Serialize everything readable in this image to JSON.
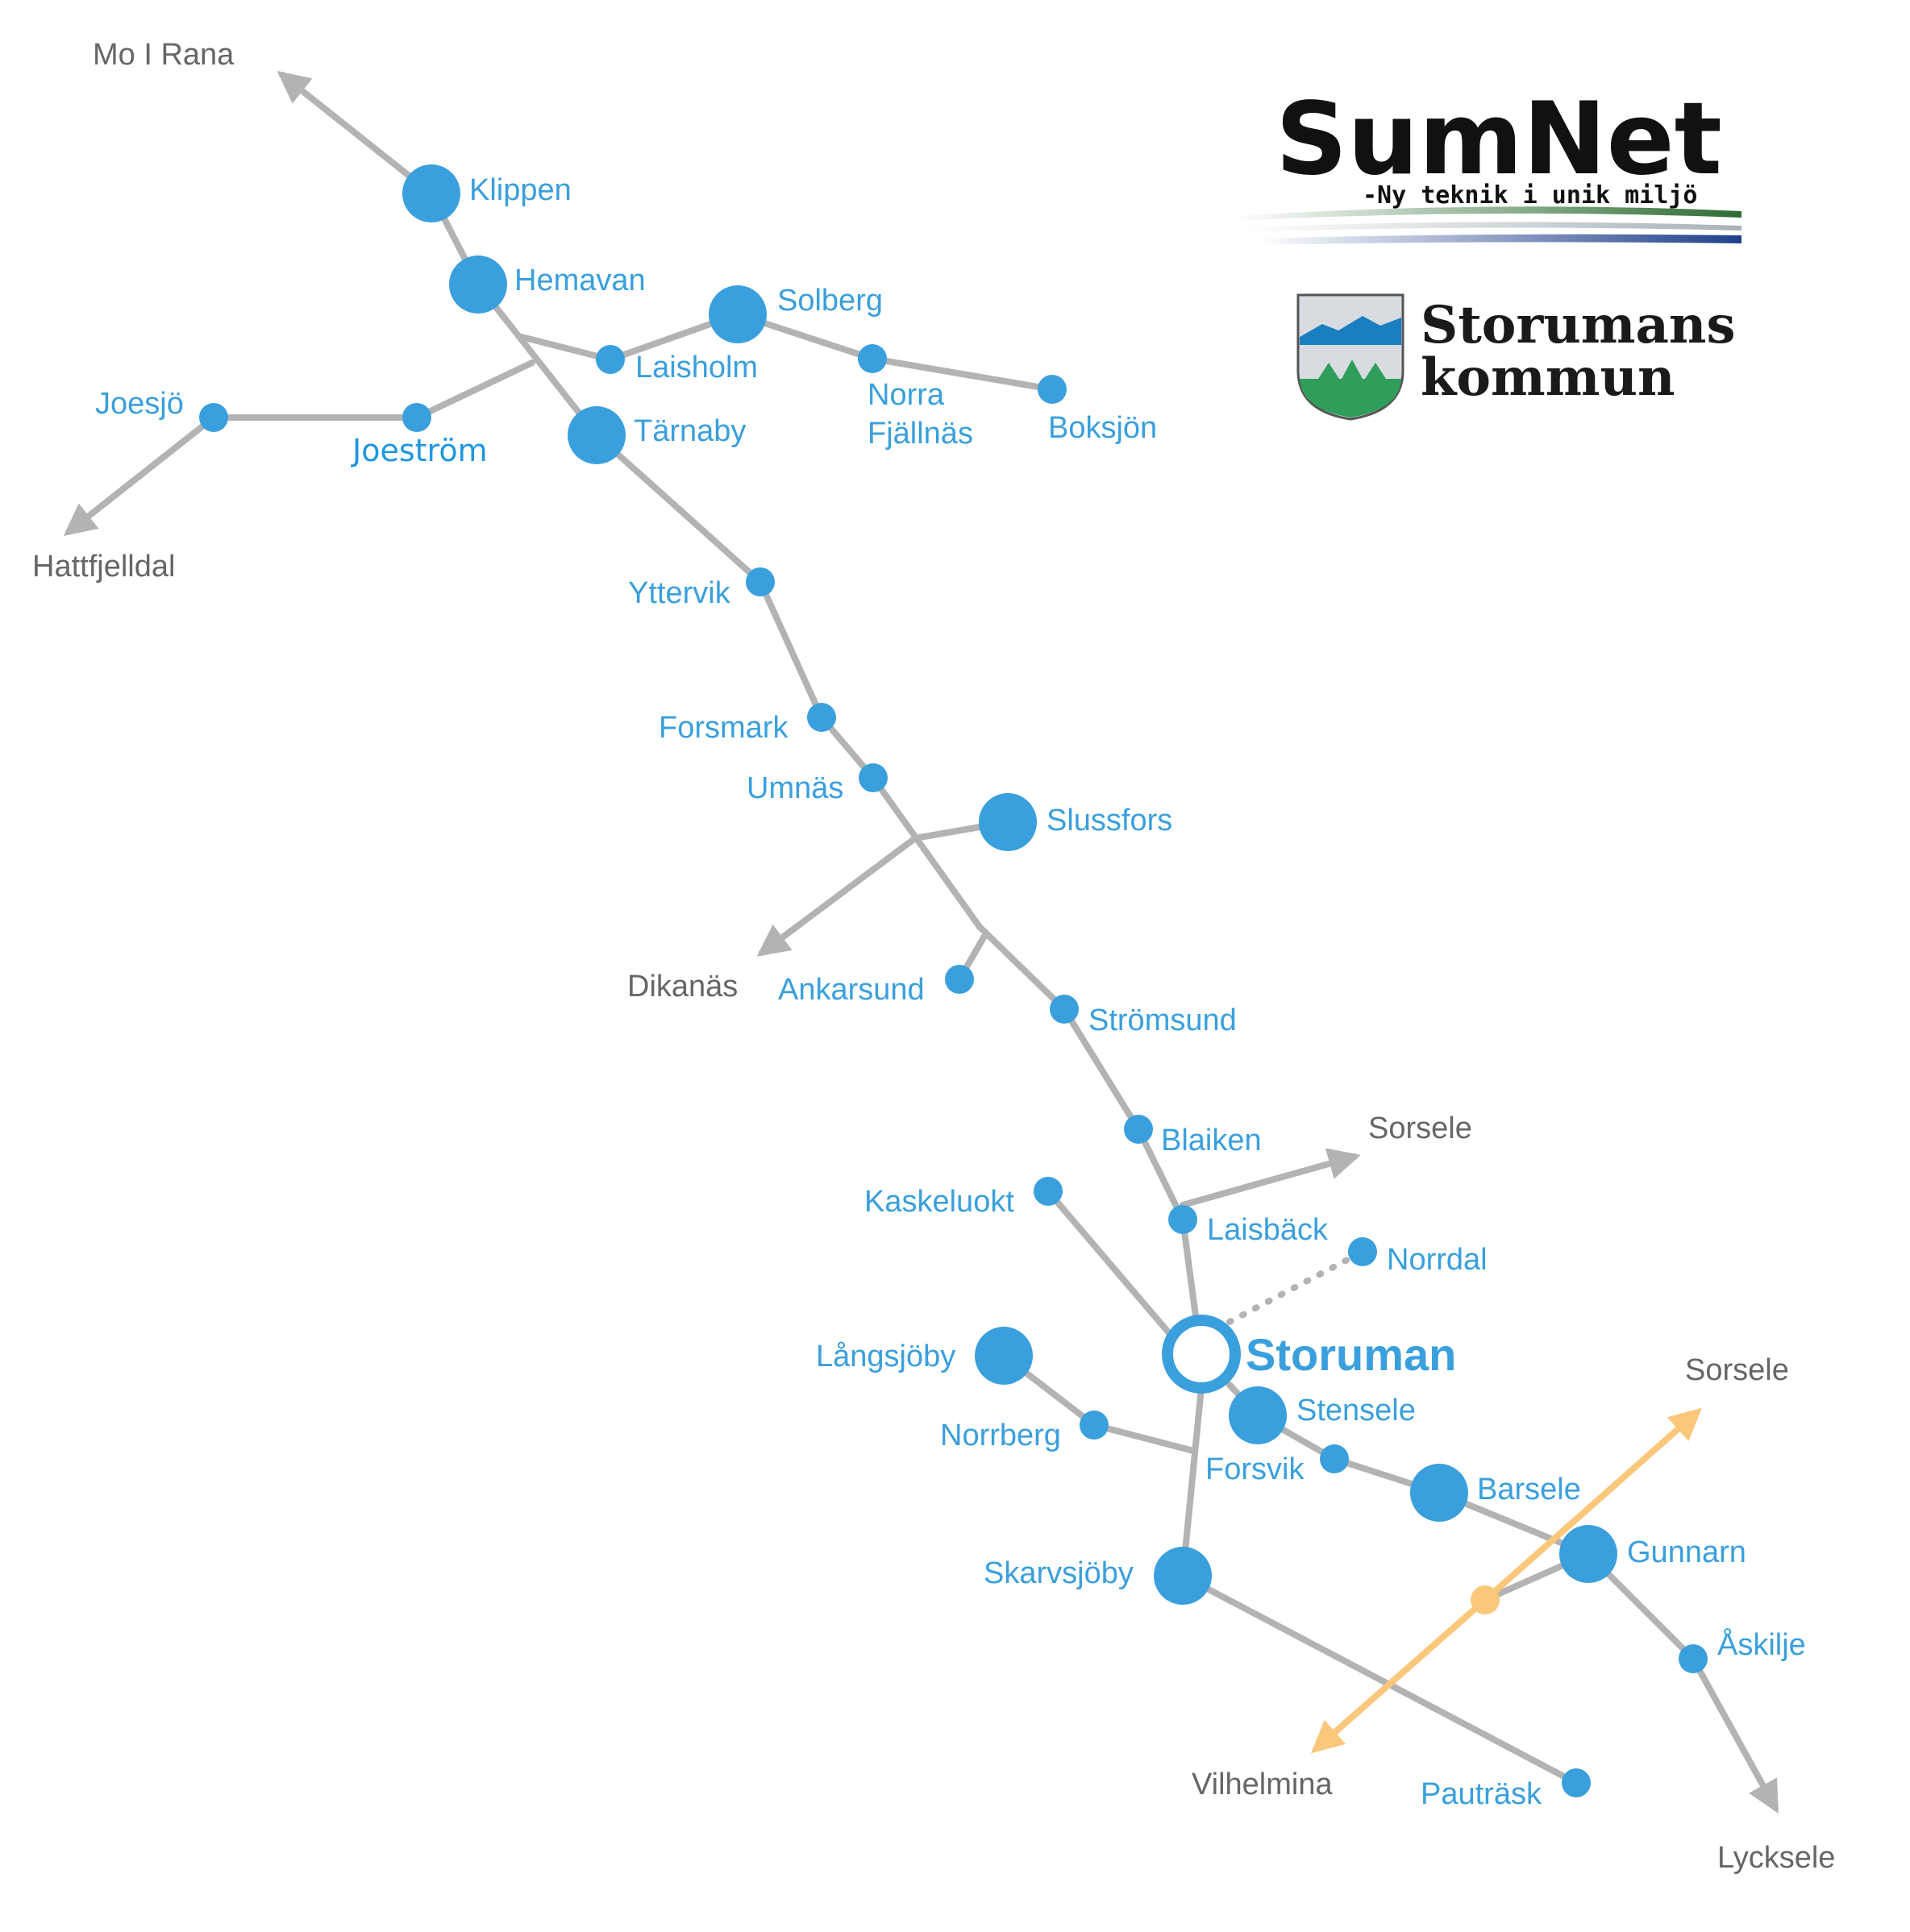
{
  "colors": {
    "node": "#3a9fdd",
    "line": "#b3b3b3",
    "external": "#666666",
    "alt_route": "#fbc77a"
  },
  "logo": {
    "brand": "SumNet",
    "tagline": "-Ny teknik i unik miljö",
    "municipality_line1": "Storumans",
    "municipality_line2": "kommun"
  },
  "hub": {
    "name": "Storuman"
  },
  "nodes": {
    "klippen": "Klippen",
    "hemavan": "Hemavan",
    "solberg": "Solberg",
    "laisholm": "Laisholm",
    "norra_fjallnas_1": "Norra",
    "norra_fjallnas_2": "Fjällnäs",
    "boksjon": "Boksjön",
    "joesjo": "Joesjö",
    "joestrom": "Joeström",
    "tarnaby": "Tärnaby",
    "yttervik": "Yttervik",
    "forsmark": "Forsmark",
    "umnas": "Umnäs",
    "slussfors": "Slussfors",
    "ankarsund": "Ankarsund",
    "stromsund": "Strömsund",
    "blaiken": "Blaiken",
    "kaskeluokt": "Kaskeluokt",
    "laisback": "Laisbäck",
    "norrdal": "Norrdal",
    "langsjoby": "Långsjöby",
    "stensele": "Stensele",
    "norrberg": "Norrberg",
    "forsvik": "Forsvik",
    "barsele": "Barsele",
    "gunnarn": "Gunnarn",
    "skarvsjoby": "Skarvsjöby",
    "askilje": "Åskilje",
    "pautrask": "Pauträsk"
  },
  "external": {
    "mo_i_rana": "Mo I Rana",
    "hattfjelldal": "Hattfjelldal",
    "dikanas": "Dikanäs",
    "sorsele_1": "Sorsele",
    "sorsele_2": "Sorsele",
    "vilhelmina": "Vilhelmina",
    "lycksele": "Lycksele"
  }
}
